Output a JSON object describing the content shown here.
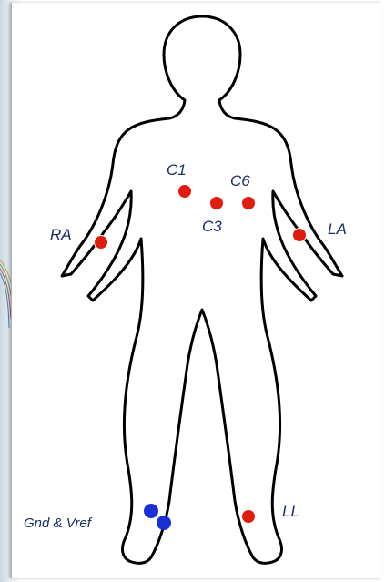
{
  "labels": {
    "c1": "C1",
    "c6": "C6",
    "c3": "C3",
    "ra": "RA",
    "la": "LA",
    "ll": "LL",
    "gnd": "Gnd & Vref"
  },
  "colors": {
    "electrode_active": "#e11c0f",
    "electrode_reference": "#1a2fd6",
    "label_text": "#1a2c69",
    "outline": "#000000"
  },
  "icons": {
    "body": "human-body-outline",
    "electrode": "dot"
  }
}
